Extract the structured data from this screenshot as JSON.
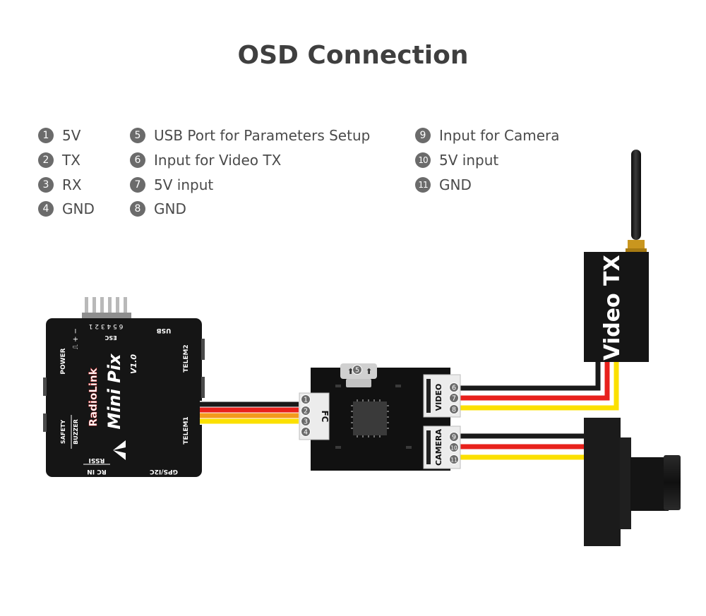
{
  "title": "OSD Connection",
  "legend": [
    {
      "num": "1",
      "label": "5V"
    },
    {
      "num": "2",
      "label": "TX"
    },
    {
      "num": "3",
      "label": "RX"
    },
    {
      "num": "4",
      "label": "GND"
    },
    {
      "num": "5",
      "label": "USB Port for Parameters Setup"
    },
    {
      "num": "6",
      "label": "Input for Video TX"
    },
    {
      "num": "7",
      "label": "5V input"
    },
    {
      "num": "8",
      "label": "GND"
    },
    {
      "num": "9",
      "label": "Input for Camera"
    },
    {
      "num": "10",
      "label": "5V input"
    },
    {
      "num": "11",
      "label": "GND"
    }
  ],
  "fc": {
    "brand": "RadioLink",
    "model": "Mini Pix",
    "version": "V1.0",
    "esc_pins": "6 5 4 3 2 1",
    "esc": "ESC",
    "polarity": "⎍ + −",
    "usb": "USB",
    "power": "POWER",
    "safety": "SAFETY",
    "buzzer": "BUZZER",
    "rssi": "RSSI",
    "rc_in": "RC IN",
    "gps": "GPS/I2C",
    "telem1": "TELEM1",
    "telem2": "TELEM2"
  },
  "osd": {
    "fc_port": "FC",
    "video_port": "VIDEO",
    "camera_port": "CAMERA"
  },
  "video_tx": {
    "label": "Video TX"
  },
  "colors": {
    "wire_black": "#1a1a1a",
    "wire_red": "#e8211c",
    "wire_orange": "#f39a1c",
    "wire_yellow": "#fbe000",
    "board": "#111111",
    "badge": "#6b6b6b"
  }
}
